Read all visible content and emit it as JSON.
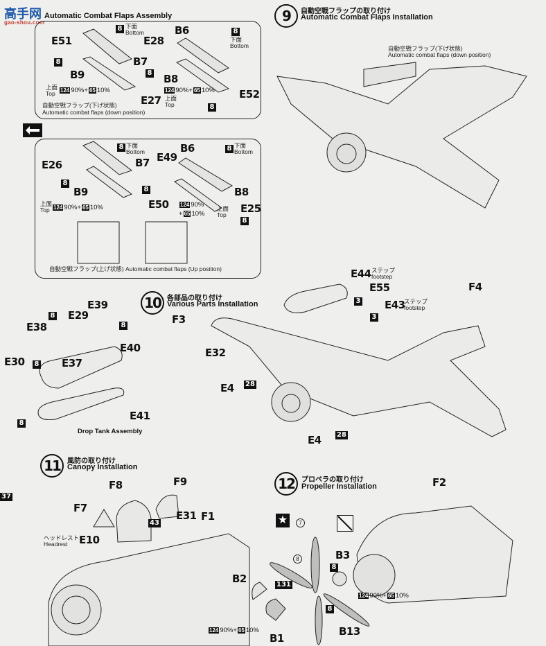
{
  "watermark": {
    "title": "高手网",
    "url": "gao-shou.com"
  },
  "flaps_assembly": {
    "title": "Automatic Combat Flaps Assembly",
    "down_caption_jp": "自動空戦フラップ(下げ状態)",
    "down_caption_en": "Automatic combat flaps (down position)",
    "up_caption": "自動空戦フラップ(上げ状態) Automatic combat flaps (Up position)",
    "bottom_jp": "下面",
    "bottom_en": "Bottom",
    "top_jp": "上面",
    "top_en": "Top",
    "paint_mix": {
      "c1": "124",
      "p1": "90%",
      "plus": "+",
      "c2": "65",
      "p2": "10%"
    },
    "parts_down": [
      "E51",
      "B7",
      "B9",
      "E27",
      "E28",
      "B6",
      "B8",
      "E52"
    ],
    "parts_up": [
      "E26",
      "B7",
      "B9",
      "E50",
      "E49",
      "B6",
      "B8",
      "E25"
    ],
    "color_code": "8"
  },
  "step9": {
    "number": "9",
    "title_jp": "自動空戦フラップの取り付け",
    "title_en": "Automatic Combat Flaps Installation",
    "callout_jp": "自動空戦フラップ(下げ状態)",
    "callout_en": "Automatic combat flaps (down position)"
  },
  "drop_tank": {
    "title": "Drop Tank Assembly",
    "parts": [
      "E38",
      "E29",
      "E39",
      "E30",
      "E37",
      "E40",
      "E41"
    ],
    "color_code": "8"
  },
  "step10": {
    "number": "10",
    "title_jp": "各部品の取り付け",
    "title_en": "Various Parts Installation",
    "parts": {
      "F3": "F3",
      "E32": "E32",
      "E4a": "E4",
      "E4b": "E4",
      "E44": "E44",
      "E55": "E55",
      "E43": "E43",
      "F4": "F4",
      "F2": "F2"
    },
    "footstep_jp": "ステップ",
    "footstep_en": "footstep",
    "code3": "3",
    "code28": "28"
  },
  "step11": {
    "number": "11",
    "title_jp": "風防の取り付け",
    "title_en": "Canopy Installation",
    "parts": [
      "F8",
      "F9",
      "F7",
      "E31",
      "F1",
      "E10"
    ],
    "headrest_jp": "ヘッドレスト",
    "headrest_en": "Headrest",
    "code43": "43",
    "edge_code": "37"
  },
  "step12": {
    "number": "12",
    "title_jp": "プロペラの取り付け",
    "title_en": "Propeller Installation",
    "parts": [
      "B3",
      "B2",
      "B1",
      "B13"
    ],
    "code131": "131",
    "code8": "8",
    "circle7": "7",
    "circle8": "8"
  }
}
